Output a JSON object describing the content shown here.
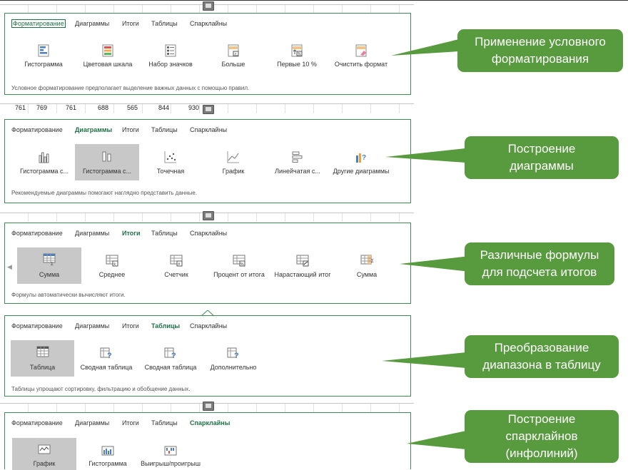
{
  "tabs": [
    "Форматирование",
    "Диаграммы",
    "Итоги",
    "Таблицы",
    "Спарклайны"
  ],
  "sheet_numbers": [
    "761",
    "769",
    "761",
    "688",
    "565",
    "844",
    "930"
  ],
  "panels": [
    {
      "active_tab": 0,
      "items": [
        "Гистограмма",
        "Цветовая шкала",
        "Набор значков",
        "Больше",
        "Первые 10 %",
        "Очистить формат"
      ],
      "description": "Условное форматирование предполагает выделение важных данных с помощью правил.",
      "callout": [
        "Применение условного",
        "форматирования"
      ]
    },
    {
      "active_tab": 1,
      "items": [
        "Гистограмма с...",
        "Гистограмма с...",
        "Точечная",
        "График",
        "Линейчатая с...",
        "Другие диаграммы"
      ],
      "description": "Рекомендуемые диаграммы помогают наглядно представить данные.",
      "callout": [
        "Построение",
        "диаграммы"
      ]
    },
    {
      "active_tab": 2,
      "items": [
        "Сумма",
        "Среднее",
        "Счетчик",
        "Процент от итога",
        "Нарастающий итог",
        "Сумма"
      ],
      "description": "Формулы автоматически вычисляют итоги.",
      "callout": [
        "Различные формулы",
        "для подсчета итогов"
      ]
    },
    {
      "active_tab": 3,
      "items": [
        "Таблица",
        "Сводная таблица",
        "Сводная таблица",
        "Дополнительно"
      ],
      "description": "Таблицы упрощают сортировку, фильтрацию и обобщение данных.",
      "callout": [
        "Преобразование",
        "диапазона в таблицу"
      ]
    },
    {
      "active_tab": 4,
      "items": [
        "График",
        "Гистограмма",
        "Выигрыш/проигрыш"
      ],
      "description": "",
      "callout": [
        "Построение",
        "спарклайнов",
        "(инфолиний)"
      ]
    }
  ],
  "colors": {
    "accent": "#1e7145",
    "callout": "#589a3e",
    "border": "#3e8a56"
  },
  "icons": {
    "p0": [
      "databar-icon",
      "color-scale-icon",
      "icon-set-icon",
      "greater-than-icon",
      "top10-icon",
      "clear-format-icon"
    ],
    "p1": [
      "clustered-column-icon",
      "stacked-column-icon",
      "scatter-icon",
      "line-chart-icon",
      "stacked-bar-icon",
      "other-charts-icon"
    ],
    "p2": [
      "sum-icon",
      "average-icon",
      "count-icon",
      "percent-total-icon",
      "running-total-icon",
      "sum-icon"
    ],
    "p3": [
      "table-icon",
      "pivot-table-icon",
      "pivot-table-icon",
      "more-icon"
    ],
    "p4": [
      "sparkline-line-icon",
      "sparkline-column-icon",
      "sparkline-winloss-icon"
    ]
  }
}
